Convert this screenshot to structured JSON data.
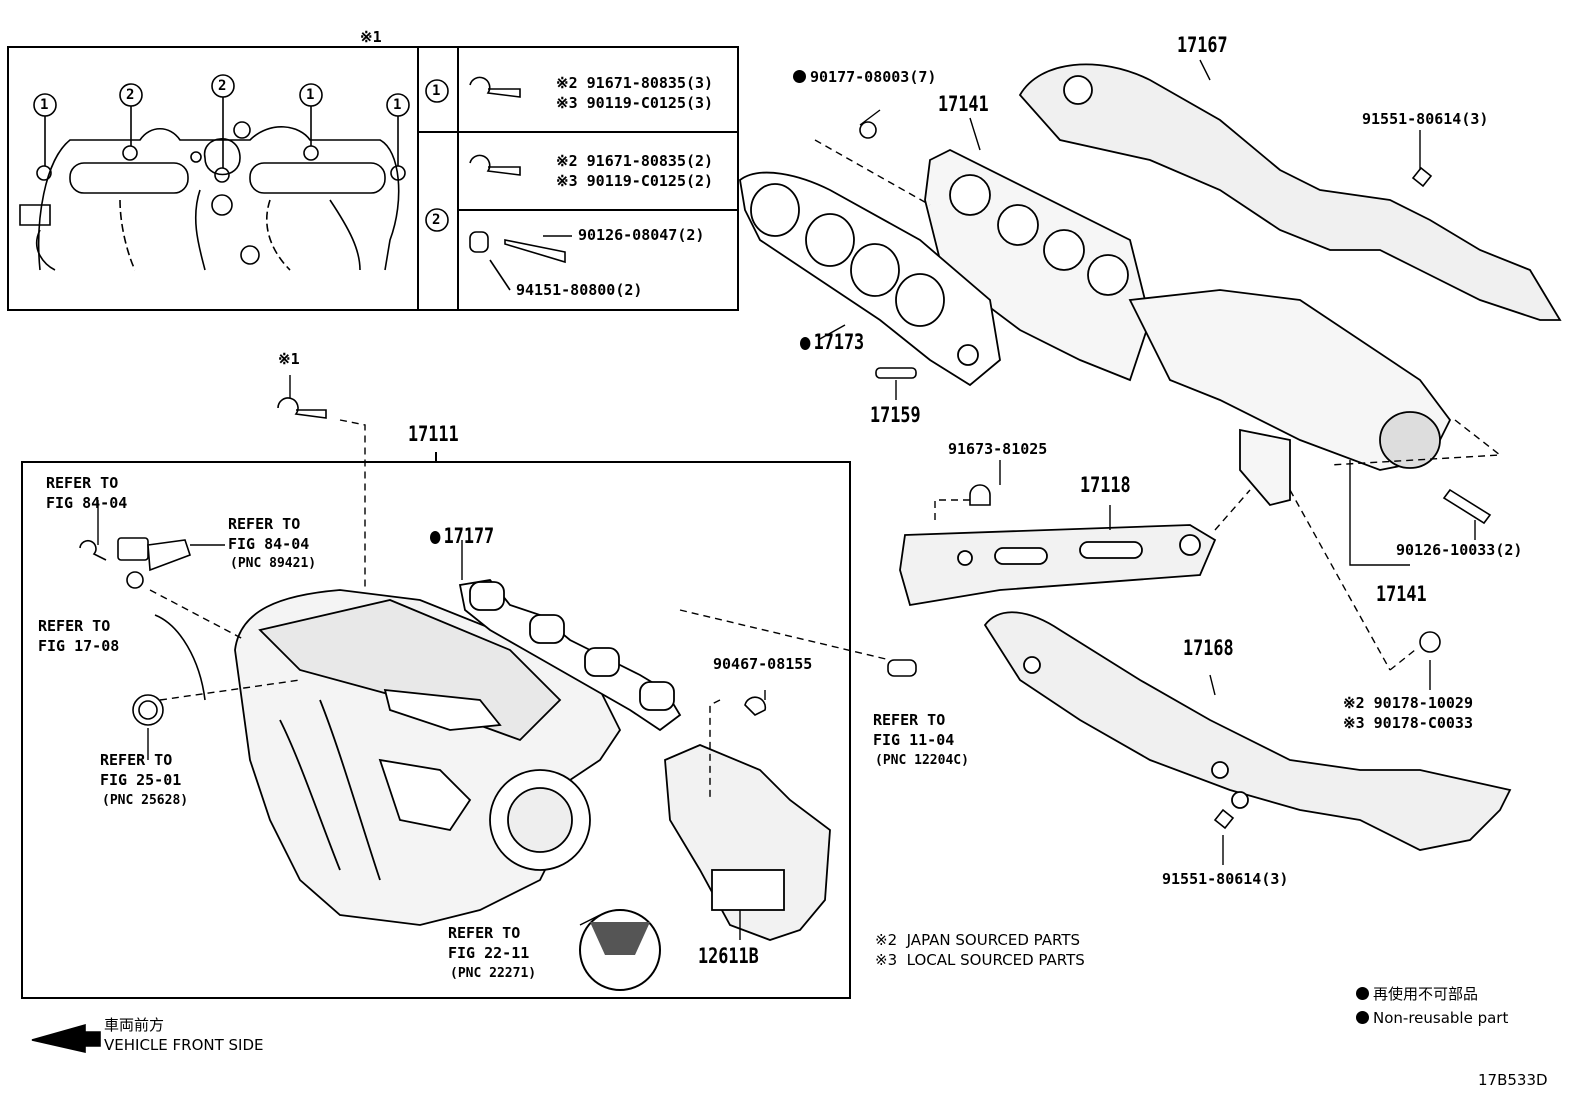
{
  "callouts": {
    "ref_mark_top": "※1",
    "ref_mark_bolt": "※1",
    "c17111": "17111",
    "c17177": "17177",
    "c12611b": "12611B",
    "c17167": "17167",
    "c17141_top": "17141",
    "c17141_bottom": "17141",
    "c17173": "17173",
    "c17159": "17159",
    "c17118": "17118",
    "c17168": "17168",
    "p90177": "90177-08003(7)",
    "p91551_top": "91551-80614(3)",
    "p91551_bottom": "91551-80614(3)",
    "p91673": "91673-81025",
    "p90126_10033": "90126-10033(2)",
    "p90467": "90467-08155",
    "p90178_2": "※2 90178-10029",
    "p90178_3": "※3 90178-C0033"
  },
  "table": {
    "row1_num": "1",
    "row2_num": "2",
    "r1a": "※2 91671-80835(3)",
    "r1b": "※3 90119-C0125(3)",
    "r2a": "※2 91671-80835(2)",
    "r2b": "※3 90119-C0125(2)",
    "r2c": "90126-08047(2)",
    "r2d": "94151-80800(2)"
  },
  "detail_markers": [
    "1",
    "2",
    "2",
    "1",
    "1"
  ],
  "refs": {
    "r1_l1": "REFER TO",
    "r1_l2": "FIG 84-04",
    "r2_l1": "REFER TO",
    "r2_l2": "FIG 84-04",
    "r2_l3": "(PNC 89421)",
    "r3_l1": "REFER TO",
    "r3_l2": "FIG 17-08",
    "r4_l1": "REFER TO",
    "r4_l2": "FIG 25-01",
    "r4_l3": "(PNC 25628)",
    "r5_l1": "REFER TO",
    "r5_l2": "FIG 22-11",
    "r5_l3": "(PNC 22271)",
    "r6_l1": "REFER TO",
    "r6_l2": "FIG 11-04",
    "r6_l3": "(PNC 12204C)"
  },
  "notes": {
    "n2": "※2  JAPAN SOURCED PARTS",
    "n3": "※3  LOCAL SOURCED PARTS"
  },
  "legend": {
    "jp": "再使用不可部品",
    "en": "Non-reusable part"
  },
  "direction": {
    "jp": "車両前方",
    "en": "VEHICLE FRONT SIDE"
  },
  "figure_code": "17B533D"
}
